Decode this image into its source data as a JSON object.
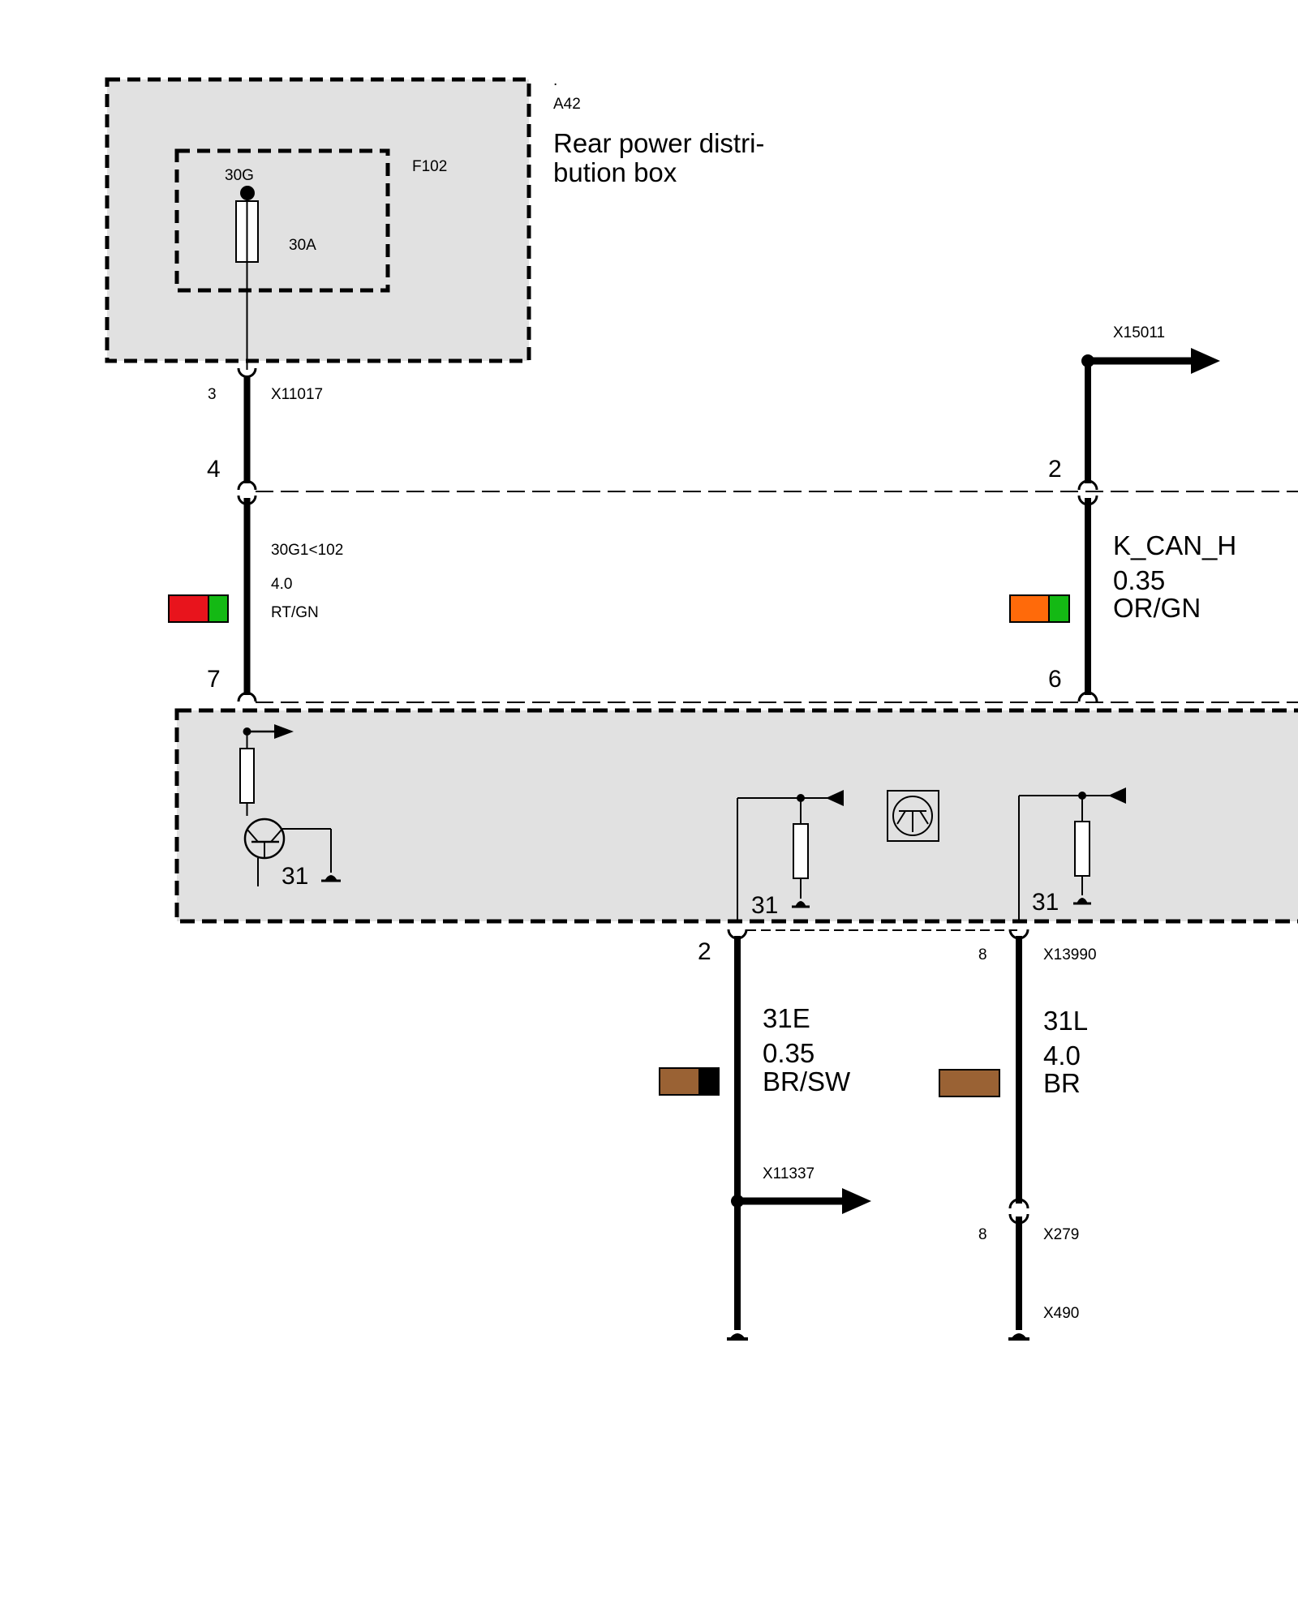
{
  "components": {
    "a42": {
      "marker": ".",
      "id": "A42",
      "name_line1": "Rear power distri-",
      "name_line2": "bution box",
      "fuse": {
        "id": "F102",
        "terminal": "30G",
        "rating": "30A"
      }
    },
    "control_unit": {
      "ground_left": "31",
      "ground_mid": "31",
      "ground_right": "31"
    }
  },
  "connectors": {
    "x11017": {
      "id": "X11017",
      "pin": "3"
    },
    "x15011": {
      "id": "X15011"
    },
    "x13990": {
      "id": "X13990",
      "pin": "8"
    },
    "x11337": {
      "id": "X11337"
    },
    "x279": {
      "id": "X279",
      "pin": "8"
    },
    "x490": {
      "id": "X490"
    }
  },
  "wires": {
    "power": {
      "pin_top": "4",
      "pin_bottom": "7",
      "signal": "30G1<102",
      "gauge": "4.0",
      "color_code": "RT/GN",
      "swatch": [
        "#e8141c",
        "#14b914"
      ]
    },
    "can": {
      "pin_top": "2",
      "pin_bottom": "6",
      "signal": "K_CAN_H",
      "gauge": "0.35",
      "color_code": "OR/GN",
      "swatch": [
        "#ff6a0a",
        "#14b914"
      ]
    },
    "ground_e": {
      "pin_top": "2",
      "signal": "31E",
      "gauge": "0.35",
      "color_code": "BR/SW",
      "swatch": [
        "#9a6234",
        "#000000"
      ]
    },
    "ground_l": {
      "signal": "31L",
      "gauge": "4.0",
      "color_code": "BR",
      "swatch": [
        "#9a6234"
      ]
    }
  }
}
